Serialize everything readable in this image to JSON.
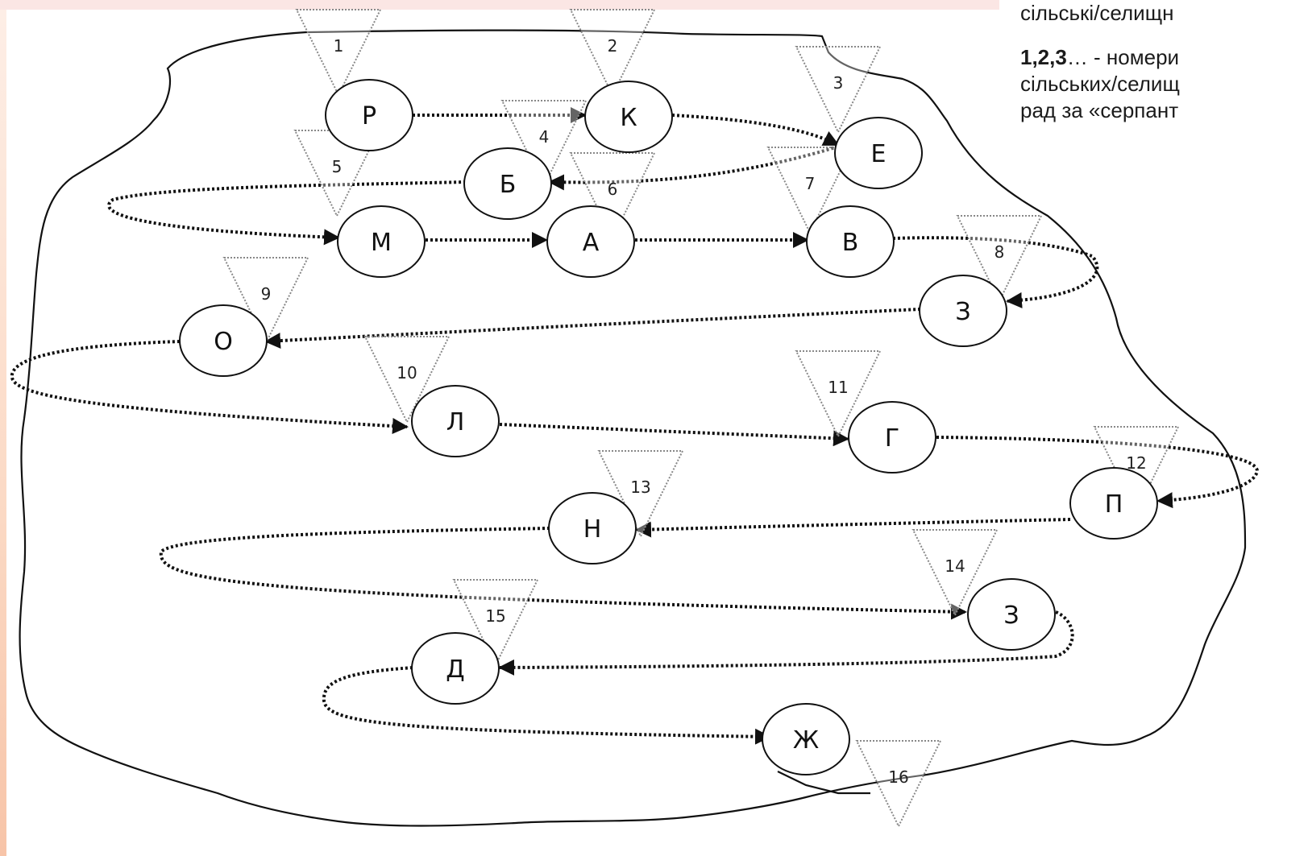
{
  "legend": {
    "line1": "сільські/селищн",
    "numbers_bold": "1,2,3",
    "numbers_rest": "… - номери",
    "line3": "сільських/селищ",
    "line4": "рад за «серпант"
  },
  "nodes": [
    {
      "id": "n1",
      "label": "Р"
    },
    {
      "id": "n2",
      "label": "К"
    },
    {
      "id": "n3",
      "label": "Е"
    },
    {
      "id": "n4",
      "label": "Б"
    },
    {
      "id": "n5",
      "label": "М"
    },
    {
      "id": "n6",
      "label": "А"
    },
    {
      "id": "n7",
      "label": "В"
    },
    {
      "id": "n8",
      "label": "З"
    },
    {
      "id": "n9",
      "label": "О"
    },
    {
      "id": "n10",
      "label": "Л"
    },
    {
      "id": "n11",
      "label": "Г"
    },
    {
      "id": "n12",
      "label": "П"
    },
    {
      "id": "n13",
      "label": "Н"
    },
    {
      "id": "n14",
      "label": "З"
    },
    {
      "id": "n15",
      "label": "Д"
    },
    {
      "id": "n16",
      "label": "Ж"
    }
  ],
  "triangles": [
    "1",
    "2",
    "3",
    "4",
    "5",
    "6",
    "7",
    "8",
    "9",
    "10",
    "11",
    "12",
    "13",
    "14",
    "15",
    "16"
  ],
  "colors": {
    "line": "#111111",
    "triangle": "#888888",
    "text": "#1b1b1b"
  }
}
